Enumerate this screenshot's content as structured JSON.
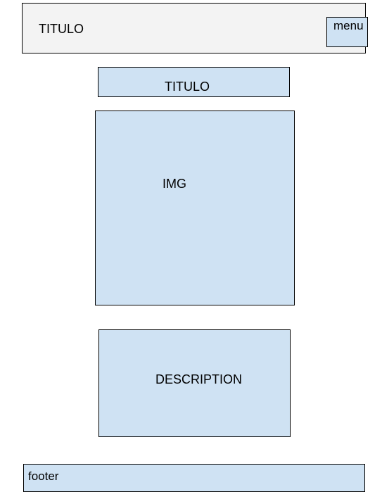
{
  "header": {
    "title": "TITULO",
    "menu_label": "menu"
  },
  "main": {
    "title": "TITULO",
    "image_label": "IMG",
    "description_label": "DESCRIPTION"
  },
  "footer": {
    "label": "footer"
  },
  "colors": {
    "header_background": "#f3f3f3",
    "box_fill": "#cfe2f3",
    "border": "#000000"
  }
}
